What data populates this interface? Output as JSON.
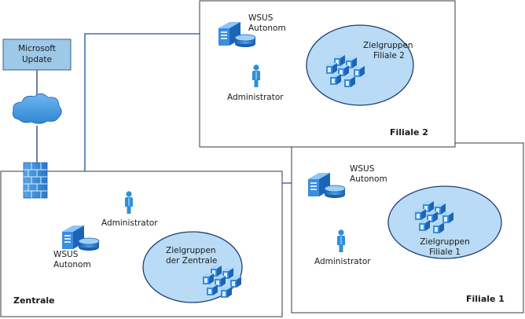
{
  "microsoft_update": {
    "line1": "Microsoft",
    "line2": "Update"
  },
  "filiale2": {
    "title": "Filiale 2",
    "wsus": {
      "line1": "WSUS",
      "line2": "Autonom"
    },
    "admin": "Administrator",
    "targets": {
      "line1": "Zielgruppen",
      "line2": "Filiale 2"
    }
  },
  "filiale1": {
    "title": "Filiale 1",
    "wsus": {
      "line1": "WSUS",
      "line2": "Autonom"
    },
    "admin": "Administrator",
    "targets": {
      "line1": "Zielgruppen",
      "line2": "Filiale 1"
    }
  },
  "zentrale": {
    "title": "Zentrale",
    "wsus": {
      "line1": "WSUS",
      "line2": "Autonom"
    },
    "admin": "Administrator",
    "targets": {
      "line1": "Zielgruppen",
      "line2": "der Zentrale"
    }
  },
  "colors": {
    "box_fill": "#9ec8e8",
    "ellipse_fill": "#b9dbf5",
    "line": "#1f3f73",
    "arrow": "#1f4f9a",
    "server": "#2a7bd0",
    "person": "#2d8fd8"
  }
}
